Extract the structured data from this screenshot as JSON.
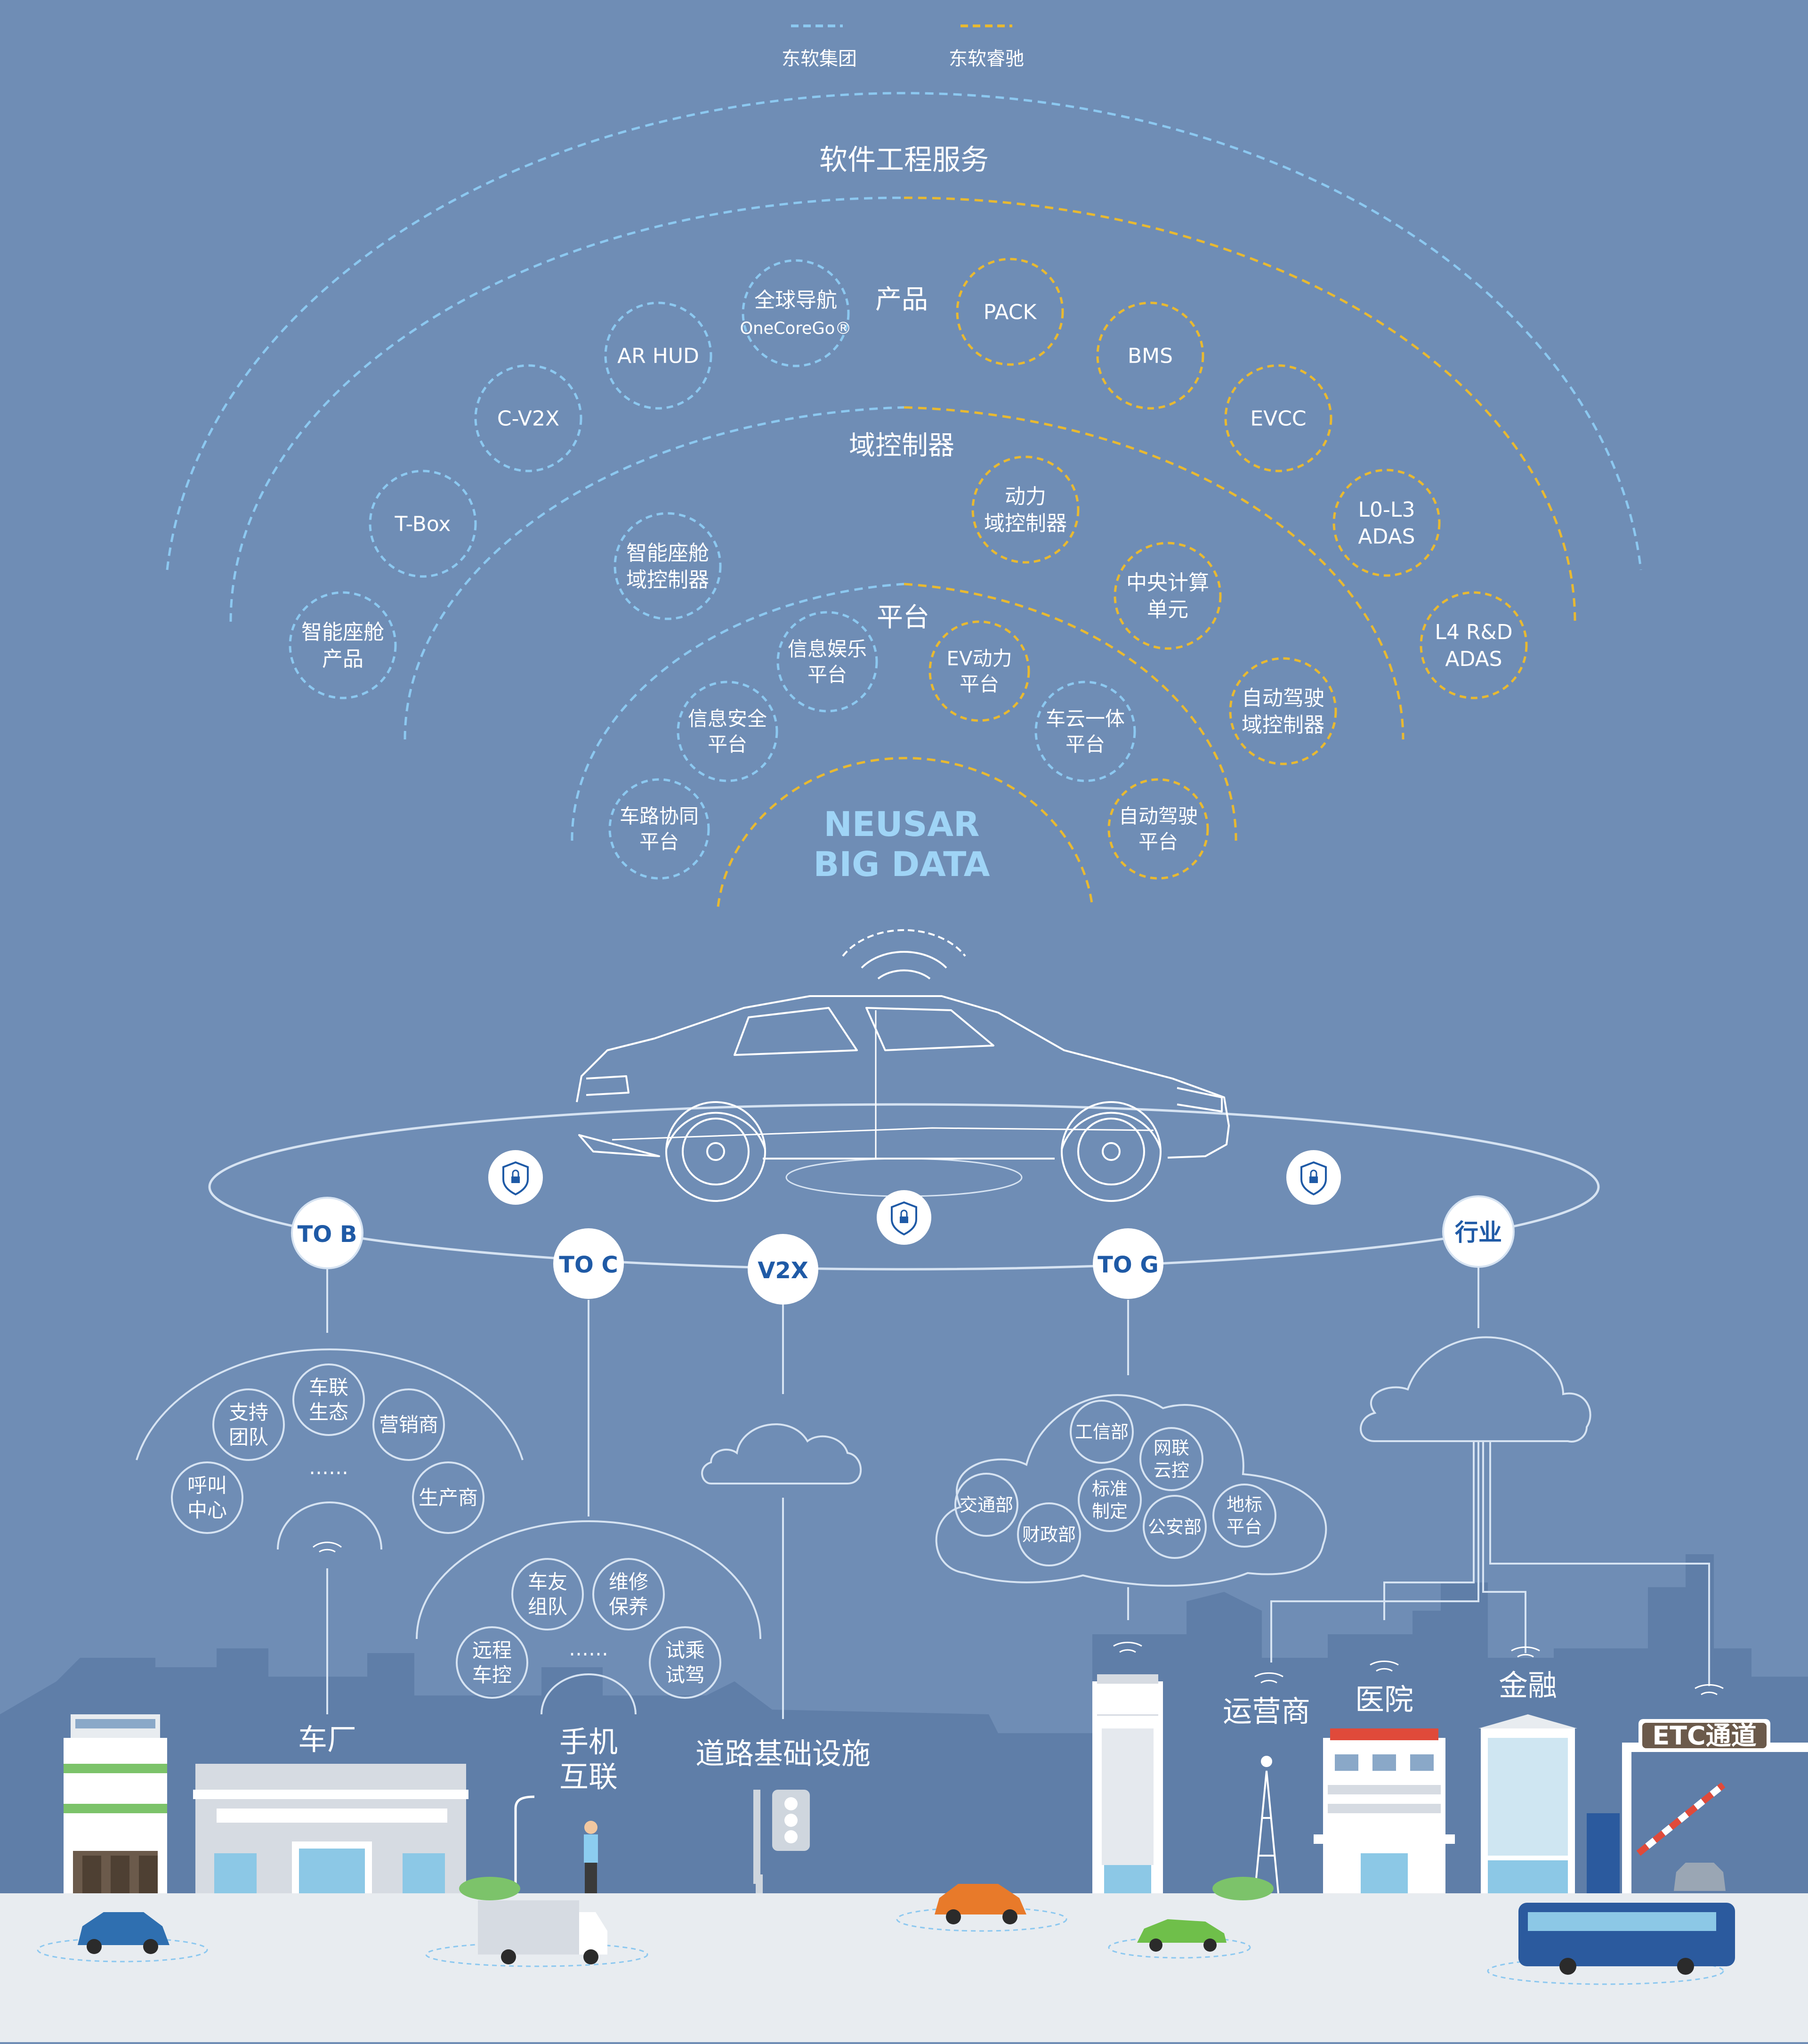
{
  "colors": {
    "background": "#6f8db5",
    "blue_dash": "#8cc8f0",
    "gold_dash": "#e8b931",
    "light_line": "#d6e3f2",
    "badge_text": "#1f5aa6",
    "neusar_text": "#9fd4f6",
    "skyline": "#5f7ea8",
    "ground": "#e8ecf0"
  },
  "legend": {
    "group_label": "东软集团",
    "reach_label": "东软睿驰"
  },
  "arcs": {
    "software_service": "软件工程服务",
    "products": "产品",
    "domain_controller": "域控制器",
    "platform": "平台",
    "core_line1": "NEUSAR",
    "core_line2": "BIG DATA"
  },
  "product_circles": [
    {
      "lines": [
        "智能座舱",
        "产品"
      ],
      "style": "blue"
    },
    {
      "lines": [
        "T-Box"
      ],
      "style": "blue"
    },
    {
      "lines": [
        "C-V2X"
      ],
      "style": "blue"
    },
    {
      "lines": [
        "AR HUD"
      ],
      "style": "blue"
    },
    {
      "lines": [
        "全球导航",
        "OneCoreGo®"
      ],
      "style": "blue"
    },
    {
      "lines": [
        "PACK"
      ],
      "style": "gold"
    },
    {
      "lines": [
        "BMS"
      ],
      "style": "gold"
    },
    {
      "lines": [
        "EVCC"
      ],
      "style": "gold"
    },
    {
      "lines": [
        "L0-L3",
        "ADAS"
      ],
      "style": "gold"
    },
    {
      "lines": [
        "L4 R&D",
        "ADAS"
      ],
      "style": "gold"
    }
  ],
  "controller_circles": [
    {
      "lines": [
        "智能座舱",
        "域控制器"
      ],
      "style": "blue"
    },
    {
      "lines": [
        "动力",
        "域控制器"
      ],
      "style": "gold"
    },
    {
      "lines": [
        "中央计算",
        "单元"
      ],
      "style": "gold"
    },
    {
      "lines": [
        "自动驾驶",
        "域控制器"
      ],
      "style": "gold"
    }
  ],
  "platform_circles": [
    {
      "lines": [
        "车路协同",
        "平台"
      ],
      "style": "blue"
    },
    {
      "lines": [
        "信息安全",
        "平台"
      ],
      "style": "blue"
    },
    {
      "lines": [
        "信息娱乐",
        "平台"
      ],
      "style": "blue"
    },
    {
      "lines": [
        "EV动力",
        "平台"
      ],
      "style": "gold"
    },
    {
      "lines": [
        "车云一体",
        "平台"
      ],
      "style": "blue"
    },
    {
      "lines": [
        "自动驾驶",
        "平台"
      ],
      "style": "gold"
    }
  ],
  "hubs": {
    "to_b": "TO B",
    "to_c": "TO C",
    "v2x": "V2X",
    "to_g": "TO G",
    "industry": "行业"
  },
  "to_b_items": [
    "支持团队",
    "车联生态",
    "营销商",
    "呼叫中心",
    "生产商",
    "……"
  ],
  "to_c_items": [
    "车友组队",
    "维修保养",
    "远程车控",
    "试乘试驾",
    "……"
  ],
  "to_g_items": [
    "工信部",
    "网联云控",
    "交通部",
    "标准制定",
    "地标平台",
    "财政部",
    "公安部"
  ],
  "ground_labels": {
    "factory": "车厂",
    "phone": "手机互联",
    "road": "道路基础设施",
    "operator": "运营商",
    "hospital": "医院",
    "finance": "金融",
    "etc": "ETC通道"
  }
}
